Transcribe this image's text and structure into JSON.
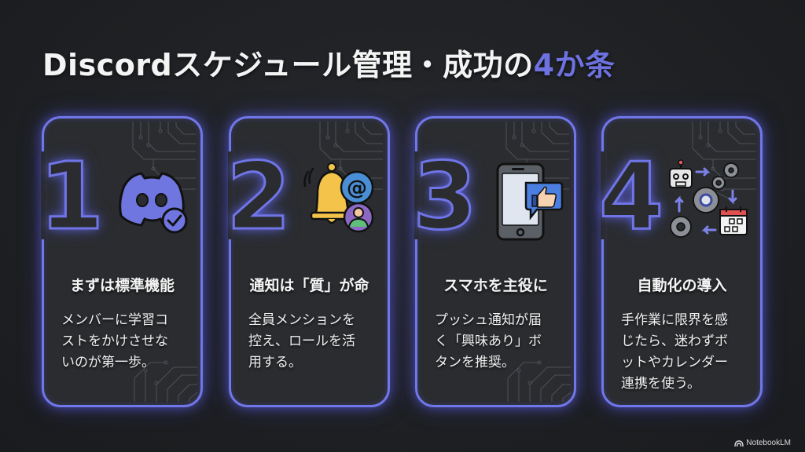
{
  "slide": {
    "title_main": "Discordスケジュール管理・成功の",
    "title_accent": "4か条",
    "accent_color": "#6d72e0",
    "card_border_color": "#7176e8"
  },
  "cards": [
    {
      "number": "1",
      "icon": "discord-check-icon",
      "title": "まずは標準機能",
      "body": "メンバーに学習コ\nストをかけさせな\nいのが第一歩。"
    },
    {
      "number": "2",
      "icon": "bell-mention-role-icon",
      "title": "通知は「質」が命",
      "body": "全員メンションを\n控え、ロールを活\n用する。"
    },
    {
      "number": "3",
      "icon": "smartphone-thumbs-up-icon",
      "title": "スマホを主役に",
      "body": "プッシュ通知が届\nく「興味あり」ボ\nタンを推奨。"
    },
    {
      "number": "4",
      "icon": "automation-bot-calendar-icon",
      "title": "自動化の導入",
      "body": "手作業に限界を感\nじたら、迷わずボ\nットやカレンダー\n連携を使う。"
    }
  ],
  "footer": {
    "brand": "NotebookLM"
  }
}
